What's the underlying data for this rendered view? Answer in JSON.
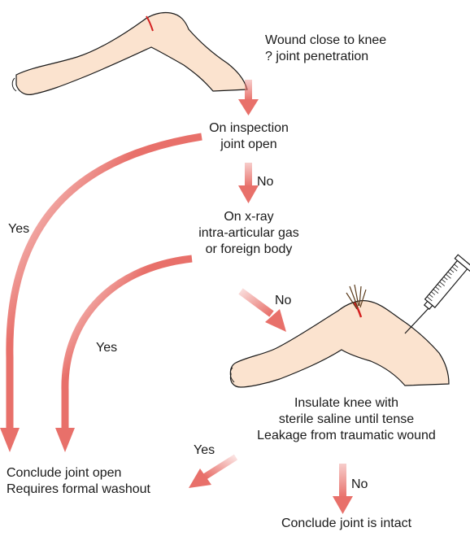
{
  "nodes": {
    "start": {
      "lines": [
        "Wound close to knee",
        "? joint penetration"
      ]
    },
    "inspection": {
      "lines": [
        "On inspection",
        "joint open"
      ]
    },
    "xray": {
      "lines": [
        "On x-ray",
        "intra-articular gas",
        "or foreign body"
      ]
    },
    "insufflate": {
      "lines": [
        "Insulate knee with",
        "sterile saline until tense",
        "Leakage from traumatic wound"
      ]
    },
    "open": {
      "lines": [
        "Conclude joint open",
        "Requires formal washout"
      ]
    },
    "intact": {
      "lines": [
        "Conclude joint is intact"
      ]
    }
  },
  "edges": {
    "no1": "No",
    "no2": "No",
    "no3": "No",
    "yes1": "Yes",
    "yes2": "Yes",
    "yes3": "Yes"
  },
  "colors": {
    "arrow": "#e8706a",
    "skin": "#fbe3cf",
    "skin_outline": "#1a1a1a",
    "wound": "#d41f1f",
    "syringe": "#ffffff"
  },
  "icons": {
    "leg_top": "leg-illustration",
    "leg_syringe": "leg-with-syringe-illustration"
  }
}
